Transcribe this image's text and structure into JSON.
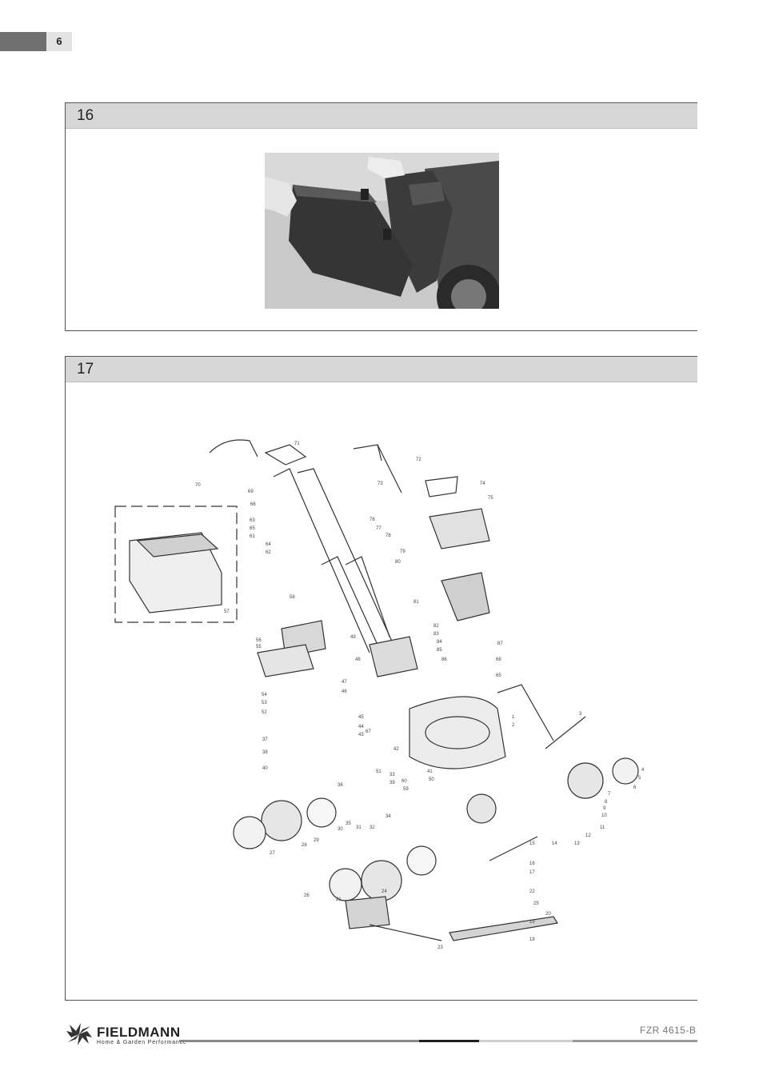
{
  "page": {
    "number": "6"
  },
  "sections": [
    {
      "title": "16"
    },
    {
      "title": "17"
    }
  ],
  "figure17": {
    "part_numbers": [
      "1",
      "2",
      "3",
      "4",
      "5",
      "6",
      "7",
      "8",
      "9",
      "10",
      "11",
      "12",
      "13",
      "14",
      "15",
      "16",
      "17",
      "18",
      "19",
      "20",
      "21",
      "22",
      "23",
      "24",
      "25",
      "26",
      "27",
      "28",
      "29",
      "30",
      "31",
      "32",
      "33",
      "34",
      "35",
      "36",
      "37",
      "38",
      "39",
      "40",
      "41",
      "42",
      "43",
      "44",
      "45",
      "46",
      "47",
      "48",
      "49",
      "50",
      "51",
      "52",
      "53",
      "54",
      "55",
      "56",
      "57",
      "58",
      "59",
      "60",
      "61",
      "62",
      "63",
      "64",
      "65",
      "66",
      "67",
      "68",
      "69",
      "70",
      "71",
      "72",
      "73",
      "74",
      "75",
      "76",
      "77",
      "78",
      "79",
      "80",
      "81",
      "82",
      "83",
      "84",
      "85",
      "86",
      "87"
    ]
  },
  "footer": {
    "brand": "FIELDMANN",
    "tagline": "Home & Garden Performance",
    "model": "FZR 4615-B"
  }
}
